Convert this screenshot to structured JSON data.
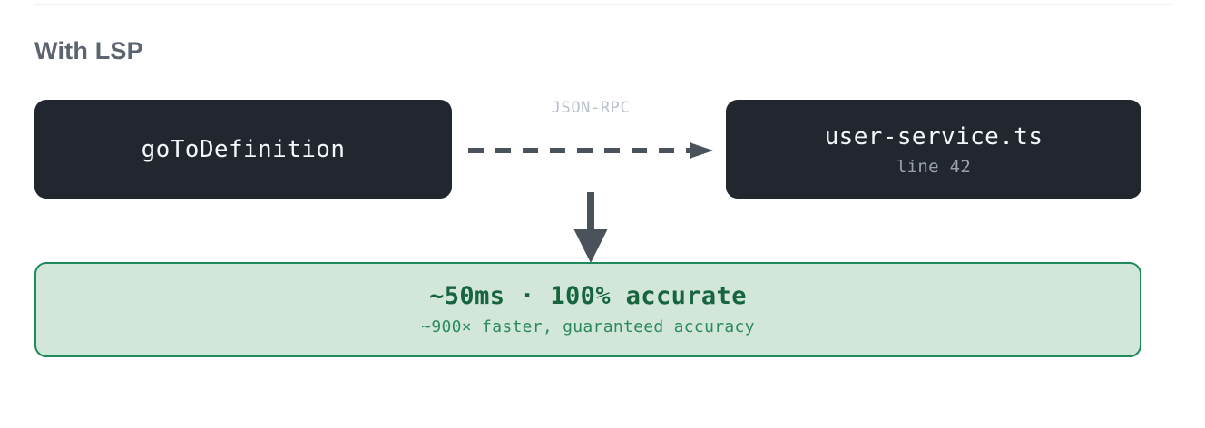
{
  "diagram": {
    "title": "With LSP",
    "accent_dark": "#22262e",
    "accent_green_border": "#1f8a5b",
    "accent_green_fill": "#d3e6da",
    "divider_color": "#eceff3",
    "title_color": "#5b6470",
    "edge_color": "#4a525c",
    "nodes": [
      {
        "id": "request",
        "label": "goToDefinition",
        "sublabel": ""
      },
      {
        "id": "target",
        "label": "user-service.ts",
        "sublabel": "line 42"
      }
    ],
    "edges": [
      {
        "id": "rpc-edge",
        "label": "JSON-RPC",
        "style": "dashed",
        "direction": "right",
        "label_color": "#b7c0ca"
      },
      {
        "id": "result-edge",
        "label": "",
        "style": "solid",
        "direction": "down"
      }
    ],
    "result": {
      "headline": "~50ms · 100% accurate",
      "subtext": "~900× faster, guaranteed accuracy"
    }
  }
}
